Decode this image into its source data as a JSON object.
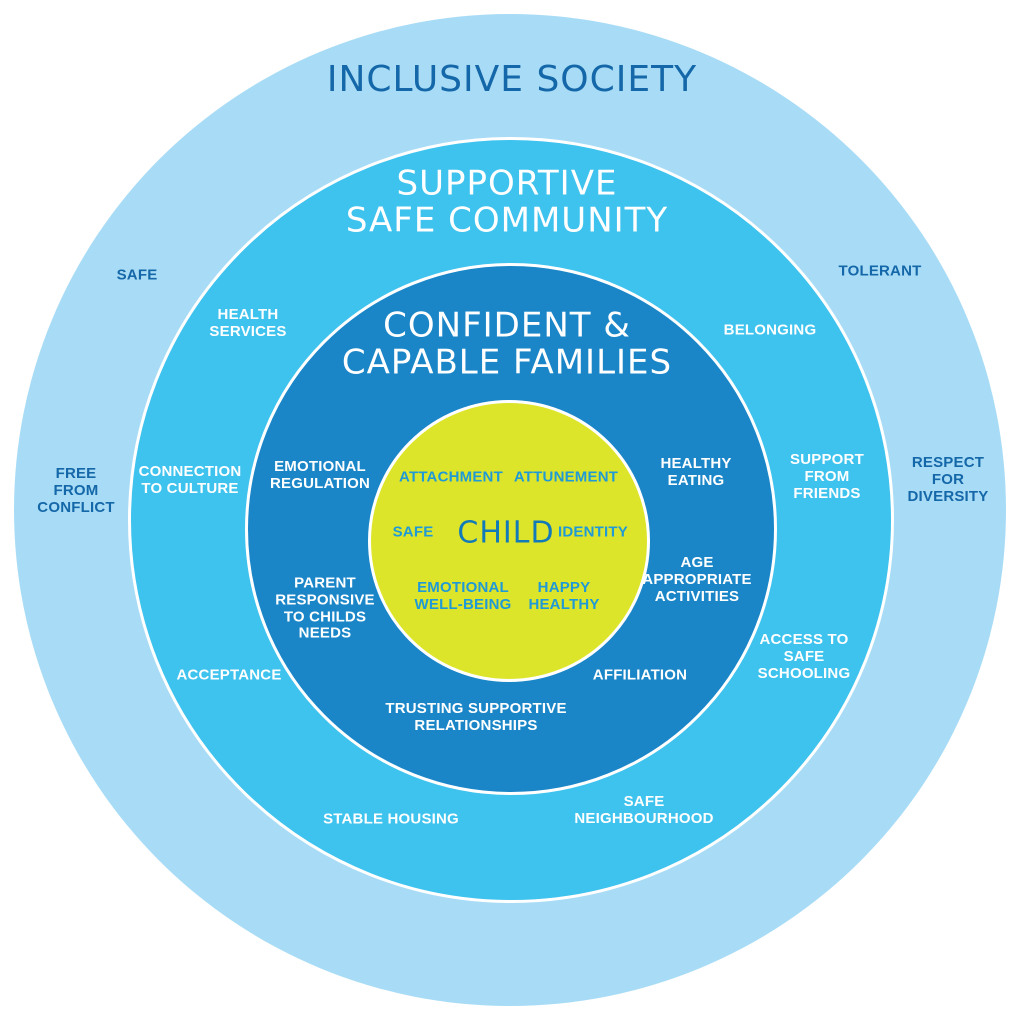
{
  "colors": {
    "outer_ring": "#a8dcf6",
    "community_ring": "#3ec2ee",
    "family_ring": "#1a86c8",
    "child_core": "#dde52b",
    "outer_text": "#1467a8",
    "inner_text": "#ffffff",
    "core_text": "#1f9ad6"
  },
  "outer": {
    "title": "INCLUSIVE SOCIETY",
    "safe": "SAFE",
    "tolerant": "TOLERANT",
    "free_from_conflict": "FREE\nFROM\nCONFLICT",
    "respect_for_diversity": "RESPECT\nFOR\nDIVERSITY"
  },
  "community": {
    "title": "SUPPORTIVE\nSAFE COMMUNITY",
    "health_services": "HEALTH\nSERVICES",
    "belonging": "BELONGING",
    "connection_to_culture": "CONNECTION\nTO CULTURE",
    "support_from_friends": "SUPPORT\nFROM\nFRIENDS",
    "acceptance": "ACCEPTANCE",
    "access_to_safe_schooling": "ACCESS TO\nSAFE\nSCHOOLING",
    "stable_housing": "STABLE HOUSING",
    "safe_neighbourhood": "SAFE\nNEIGHBOURHOOD"
  },
  "family": {
    "title": "CONFIDENT &\nCAPABLE FAMILIES",
    "emotional_regulation": "EMOTIONAL\nREGULATION",
    "healthy_eating": "HEALTHY\nEATING",
    "parent_responsive": "PARENT\nRESPONSIVE\nTO CHILDS\nNEEDS",
    "age_appropriate": "AGE\nAPPROPRIATE\nACTIVITIES",
    "affiliation": "AFFILIATION",
    "trusting_relationships": "TRUSTING SUPPORTIVE\nRELATIONSHIPS"
  },
  "core": {
    "title": "CHILD",
    "attachment": "ATTACHMENT",
    "attunement": "ATTUNEMENT",
    "safe": "SAFE",
    "identity": "IDENTITY",
    "emotional_wellbeing": "EMOTIONAL\nWELL-BEING",
    "happy_healthy": "HAPPY\nHEALTHY"
  }
}
